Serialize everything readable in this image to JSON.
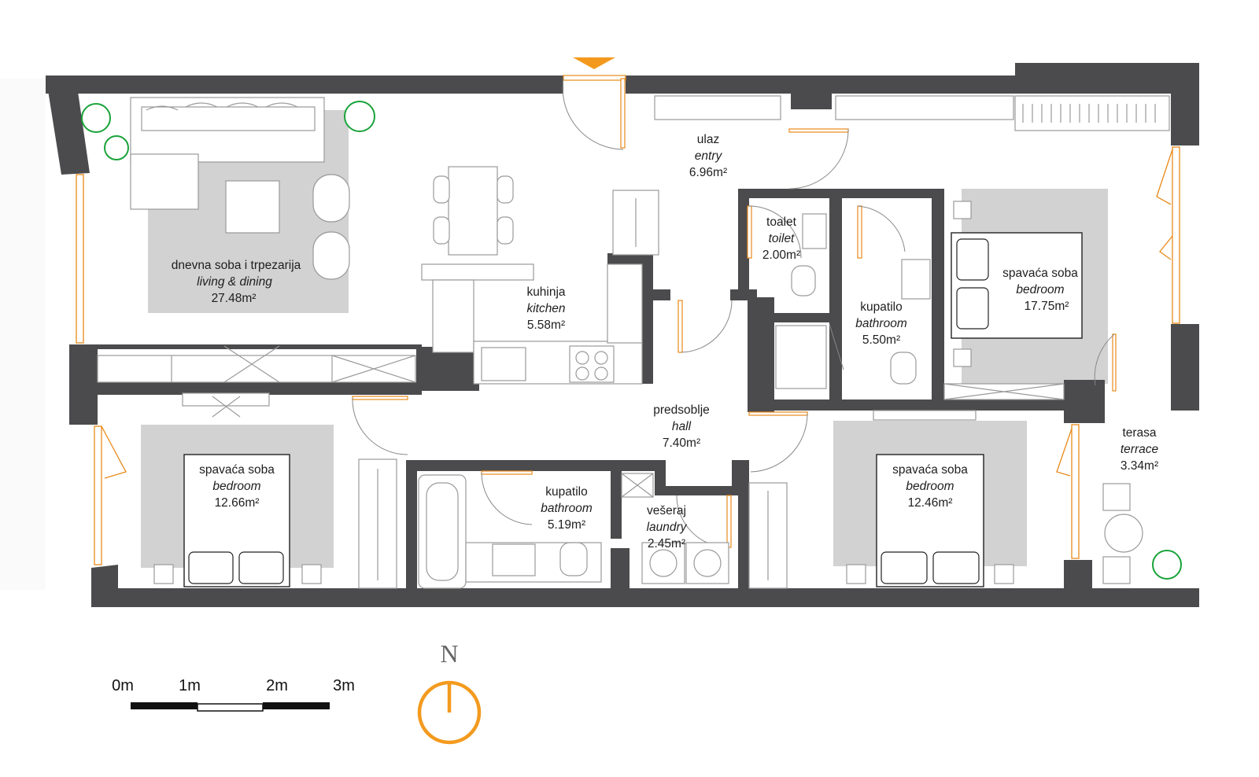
{
  "rooms": [
    {
      "key": "living",
      "name": "dnevna soba i trpezarija",
      "name_en": "living & dining",
      "area": "27.48m²"
    },
    {
      "key": "kitchen",
      "name": "kuhinja",
      "name_en": "kitchen",
      "area": "5.58m²"
    },
    {
      "key": "entry",
      "name": "ulaz",
      "name_en": "entry",
      "area": "6.96m²"
    },
    {
      "key": "toilet",
      "name": "toalet",
      "name_en": "toilet",
      "area": "2.00m²"
    },
    {
      "key": "bath1",
      "name": "kupatilo",
      "name_en": "bathroom",
      "area": "5.50m²"
    },
    {
      "key": "bed1",
      "name": "spavaća soba",
      "name_en": "bedroom",
      "area": "17.75m²"
    },
    {
      "key": "hall",
      "name": "predsoblje",
      "name_en": "hall",
      "area": "7.40m²"
    },
    {
      "key": "bed2",
      "name": "spavaća soba",
      "name_en": "bedroom",
      "area": "12.66m²"
    },
    {
      "key": "bath2",
      "name": "kupatilo",
      "name_en": "bathroom",
      "area": "5.19m²"
    },
    {
      "key": "laundry",
      "name": "vešeraj",
      "name_en": "laundry",
      "area": "2.45m²"
    },
    {
      "key": "bed3",
      "name": "spavaća soba",
      "name_en": "bedroom",
      "area": "12.46m²"
    },
    {
      "key": "terrace",
      "name": "terasa",
      "name_en": "terrace",
      "area": "3.34m²"
    }
  ],
  "scale": {
    "labels": [
      "0m",
      "1m",
      "2m",
      "3m"
    ]
  },
  "compass": {
    "label": "N"
  },
  "colors": {
    "wall": "#4b4b4d",
    "accent": "#f39a1e",
    "rug": "#d2d2d2",
    "plant": "#1aa33a"
  }
}
